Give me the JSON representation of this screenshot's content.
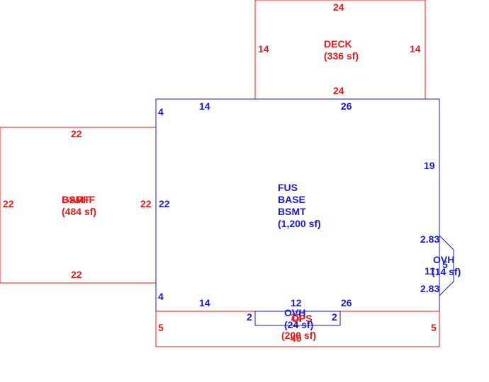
{
  "deck": {
    "name": "DECK",
    "area": "(336 sf)",
    "top": "24",
    "bottom": "24",
    "left": "14",
    "right": "14"
  },
  "garage": {
    "name_a": "GAR",
    "name_b": "BSMT",
    "name_c": "FF",
    "area": "(484 sf)",
    "top": "22",
    "bottom": "22",
    "left": "22",
    "right": "22"
  },
  "main": {
    "line1": "FUS",
    "line2": "BASE",
    "line3": "BSMT",
    "area": "(1,200 sf)",
    "top_left_4": "4",
    "top_14": "14",
    "top_26": "26",
    "right_19": "19",
    "left_22": "22",
    "bottom_left_4": "4",
    "bottom_14": "14",
    "bottom_12": "12",
    "bottom_26": "26"
  },
  "ovh_right": {
    "name": "OVH",
    "area": "(14 sf)",
    "d1": "2.83",
    "d2": "11",
    "d3": "2.83",
    "d4": "5"
  },
  "ovh_bottom": {
    "name": "OVH",
    "area": "(24 sf)",
    "d_left": "2",
    "d_right": "2",
    "d_top": "12"
  },
  "porch": {
    "name": "OPS",
    "area": "(200 sf)",
    "d_left": "5",
    "d_right": "5",
    "d_bottom": "40"
  },
  "colors": {
    "added": "#e01b1b",
    "base": "#1a1acc"
  }
}
